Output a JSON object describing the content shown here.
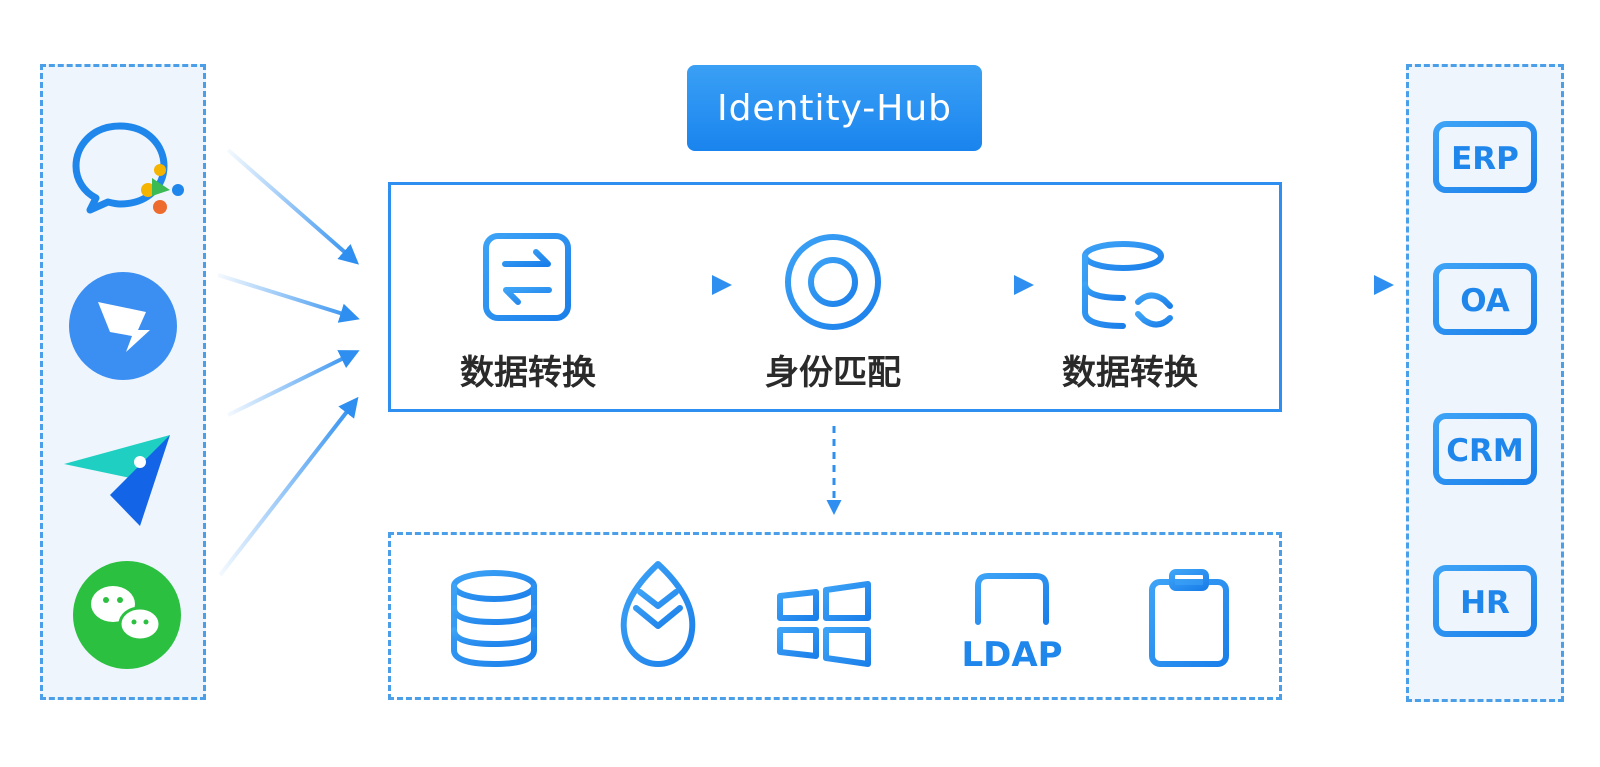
{
  "hub": {
    "title": "Identity-Hub"
  },
  "steps": [
    {
      "label": "数据转换",
      "icon": "swap-icon"
    },
    {
      "label": "身份匹配",
      "icon": "target-icon"
    },
    {
      "label": "数据转换",
      "icon": "database-sync-icon"
    }
  ],
  "sources": [
    {
      "icon": "dingtalk-chat-icon"
    },
    {
      "icon": "dingtalk-icon"
    },
    {
      "icon": "feishu-icon"
    },
    {
      "icon": "wechat-icon"
    }
  ],
  "targets": [
    {
      "label": "ERP"
    },
    {
      "label": "OA"
    },
    {
      "label": "CRM"
    },
    {
      "label": "HR"
    }
  ],
  "storage": [
    {
      "icon": "database-icon"
    },
    {
      "icon": "leaf-icon"
    },
    {
      "icon": "windows-icon"
    },
    {
      "icon": "ldap-icon",
      "label": "LDAP"
    },
    {
      "icon": "clipboard-icon"
    }
  ],
  "colors": {
    "primary": "#1f86ec",
    "panel_bg": "#eef5fd",
    "dash": "#4a9fe8"
  }
}
